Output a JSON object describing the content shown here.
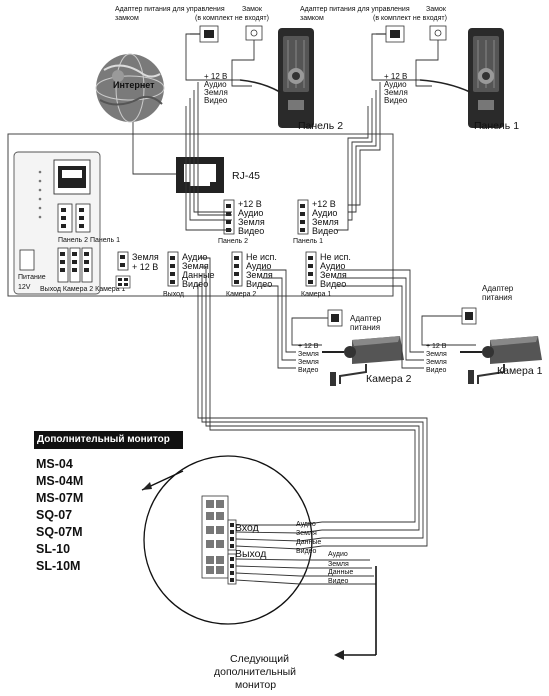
{
  "internet": {
    "label": "Интернет"
  },
  "rj45": {
    "label": "RJ-45"
  },
  "panel2": {
    "title": "Панель 2",
    "adapter_label": "Адаптер питания для управления замком",
    "lock_label": "Замок",
    "lock_note": "(в комплект не входят)",
    "wires": [
      "+ 12 В",
      "Аудио",
      "Земля",
      "Видео"
    ]
  },
  "panel1": {
    "title": "Панель 1",
    "adapter_label": "Адаптер питания для управления замком",
    "lock_label": "Замок",
    "lock_note": "(в комплект не входят)",
    "wires": [
      "+ 12 В",
      "Аудио",
      "Земля",
      "Видео"
    ]
  },
  "unit": {
    "terminal_panel2": {
      "wires": [
        "+12 В",
        "Аудио",
        "Земля",
        "Видео"
      ],
      "caption": "Панель 2"
    },
    "terminal_panel1": {
      "wires": [
        "+12 В",
        "Аудио",
        "Земля",
        "Видео"
      ],
      "caption": "Панель 1"
    },
    "power": {
      "wires": [
        "Земля",
        "+ 12 В"
      ],
      "caption": "Питание"
    },
    "output": {
      "wires": [
        "Аудио",
        "Земля",
        "Данные",
        "Видео"
      ],
      "caption": "Выход"
    },
    "camera2": {
      "wires": [
        "Не исп.",
        "Аудио",
        "Земля",
        "Видео"
      ],
      "caption": "Камера 2"
    },
    "camera1": {
      "wires": [
        "Не исп.",
        "Аудио",
        "Земля",
        "Видео"
      ],
      "caption": "Камера 1"
    },
    "small_labels": {
      "panel1_small": "Панель 2 Панель 1",
      "bottom_small": "Выход Камера 2 Камера 1",
      "power_small": "Питание",
      "dc": "12V"
    }
  },
  "camera2": {
    "title": "Камера 2",
    "adapter_label": "Адаптер питания",
    "wires": [
      "+ 12 В",
      "Земля",
      "Земля",
      "Видео"
    ]
  },
  "camera1": {
    "title": "Камера 1",
    "adapter_label": "Адаптер питания",
    "wires": [
      "+ 12 В",
      "Земля",
      "Земля",
      "Видео"
    ]
  },
  "extra_monitor": {
    "header": "Дополнительный монитор",
    "models": [
      "MS-04",
      "MS-04M",
      "MS-07M",
      "SQ-07",
      "SQ-07M",
      "SL-10",
      "SL-10M"
    ],
    "input_label": "Вход",
    "output_label": "Выход",
    "input_wires": [
      "Аудио",
      "Земля",
      "Данные",
      "Видео"
    ],
    "output_wires": [
      "Аудио",
      "Земля",
      "Данные",
      "Видео"
    ]
  },
  "next_monitor": {
    "label_line1": "Следующий",
    "label_line2": "дополнительный",
    "label_line3": "монитор"
  }
}
